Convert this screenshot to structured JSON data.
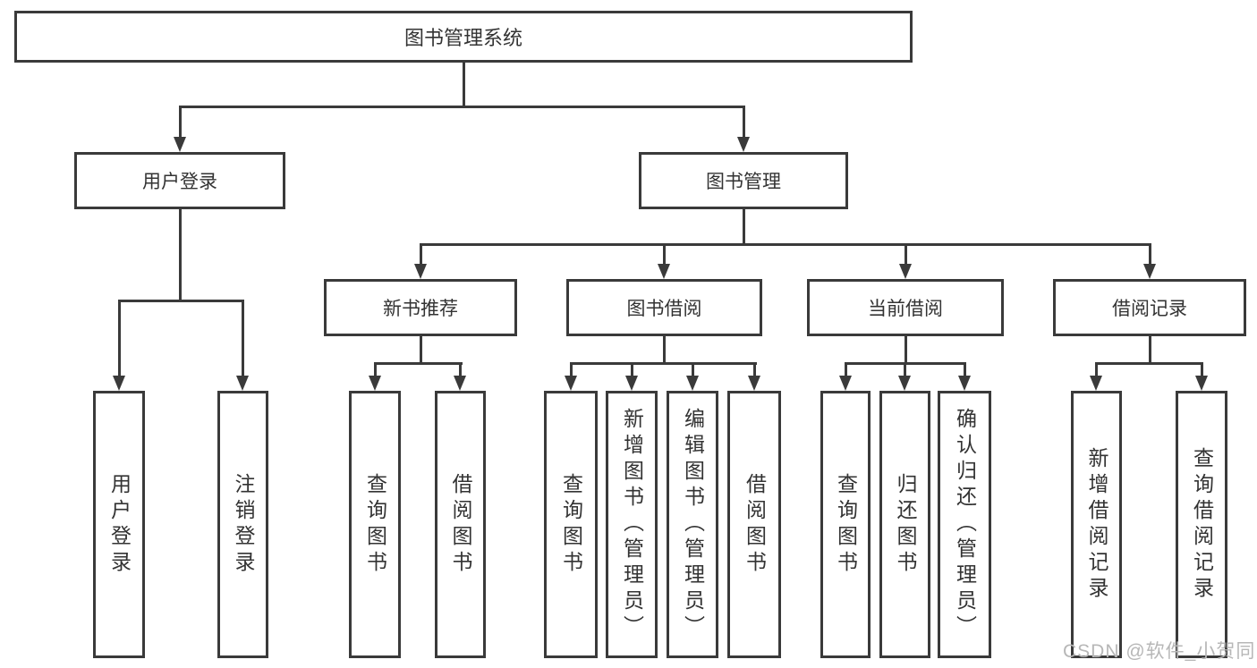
{
  "tree": {
    "label": "图书管理系统",
    "children": [
      {
        "label": "用户登录",
        "children": [
          {
            "label": "用户登录"
          },
          {
            "label": "注销登录"
          }
        ]
      },
      {
        "label": "图书管理",
        "children": [
          {
            "label": "新书推荐",
            "children": [
              {
                "label": "查询图书"
              },
              {
                "label": "借阅图书"
              }
            ]
          },
          {
            "label": "图书借阅",
            "children": [
              {
                "label": "查询图书"
              },
              {
                "label": "新增图书（管理员）"
              },
              {
                "label": "编辑图书（管理员）"
              },
              {
                "label": "借阅图书"
              }
            ]
          },
          {
            "label": "当前借阅",
            "children": [
              {
                "label": "查询图书"
              },
              {
                "label": "归还图书"
              },
              {
                "label": "确认归还（管理员）"
              }
            ]
          },
          {
            "label": "借阅记录",
            "children": [
              {
                "label": "新增借阅记录"
              },
              {
                "label": "查询借阅记录"
              }
            ]
          }
        ]
      }
    ]
  },
  "watermark": {
    "text": "CSDN @软件_小贺同学"
  },
  "colors": {
    "line": "#3a3a3a",
    "text": "#333333",
    "watermark": "#b7b7b7",
    "background": "#ffffff"
  }
}
